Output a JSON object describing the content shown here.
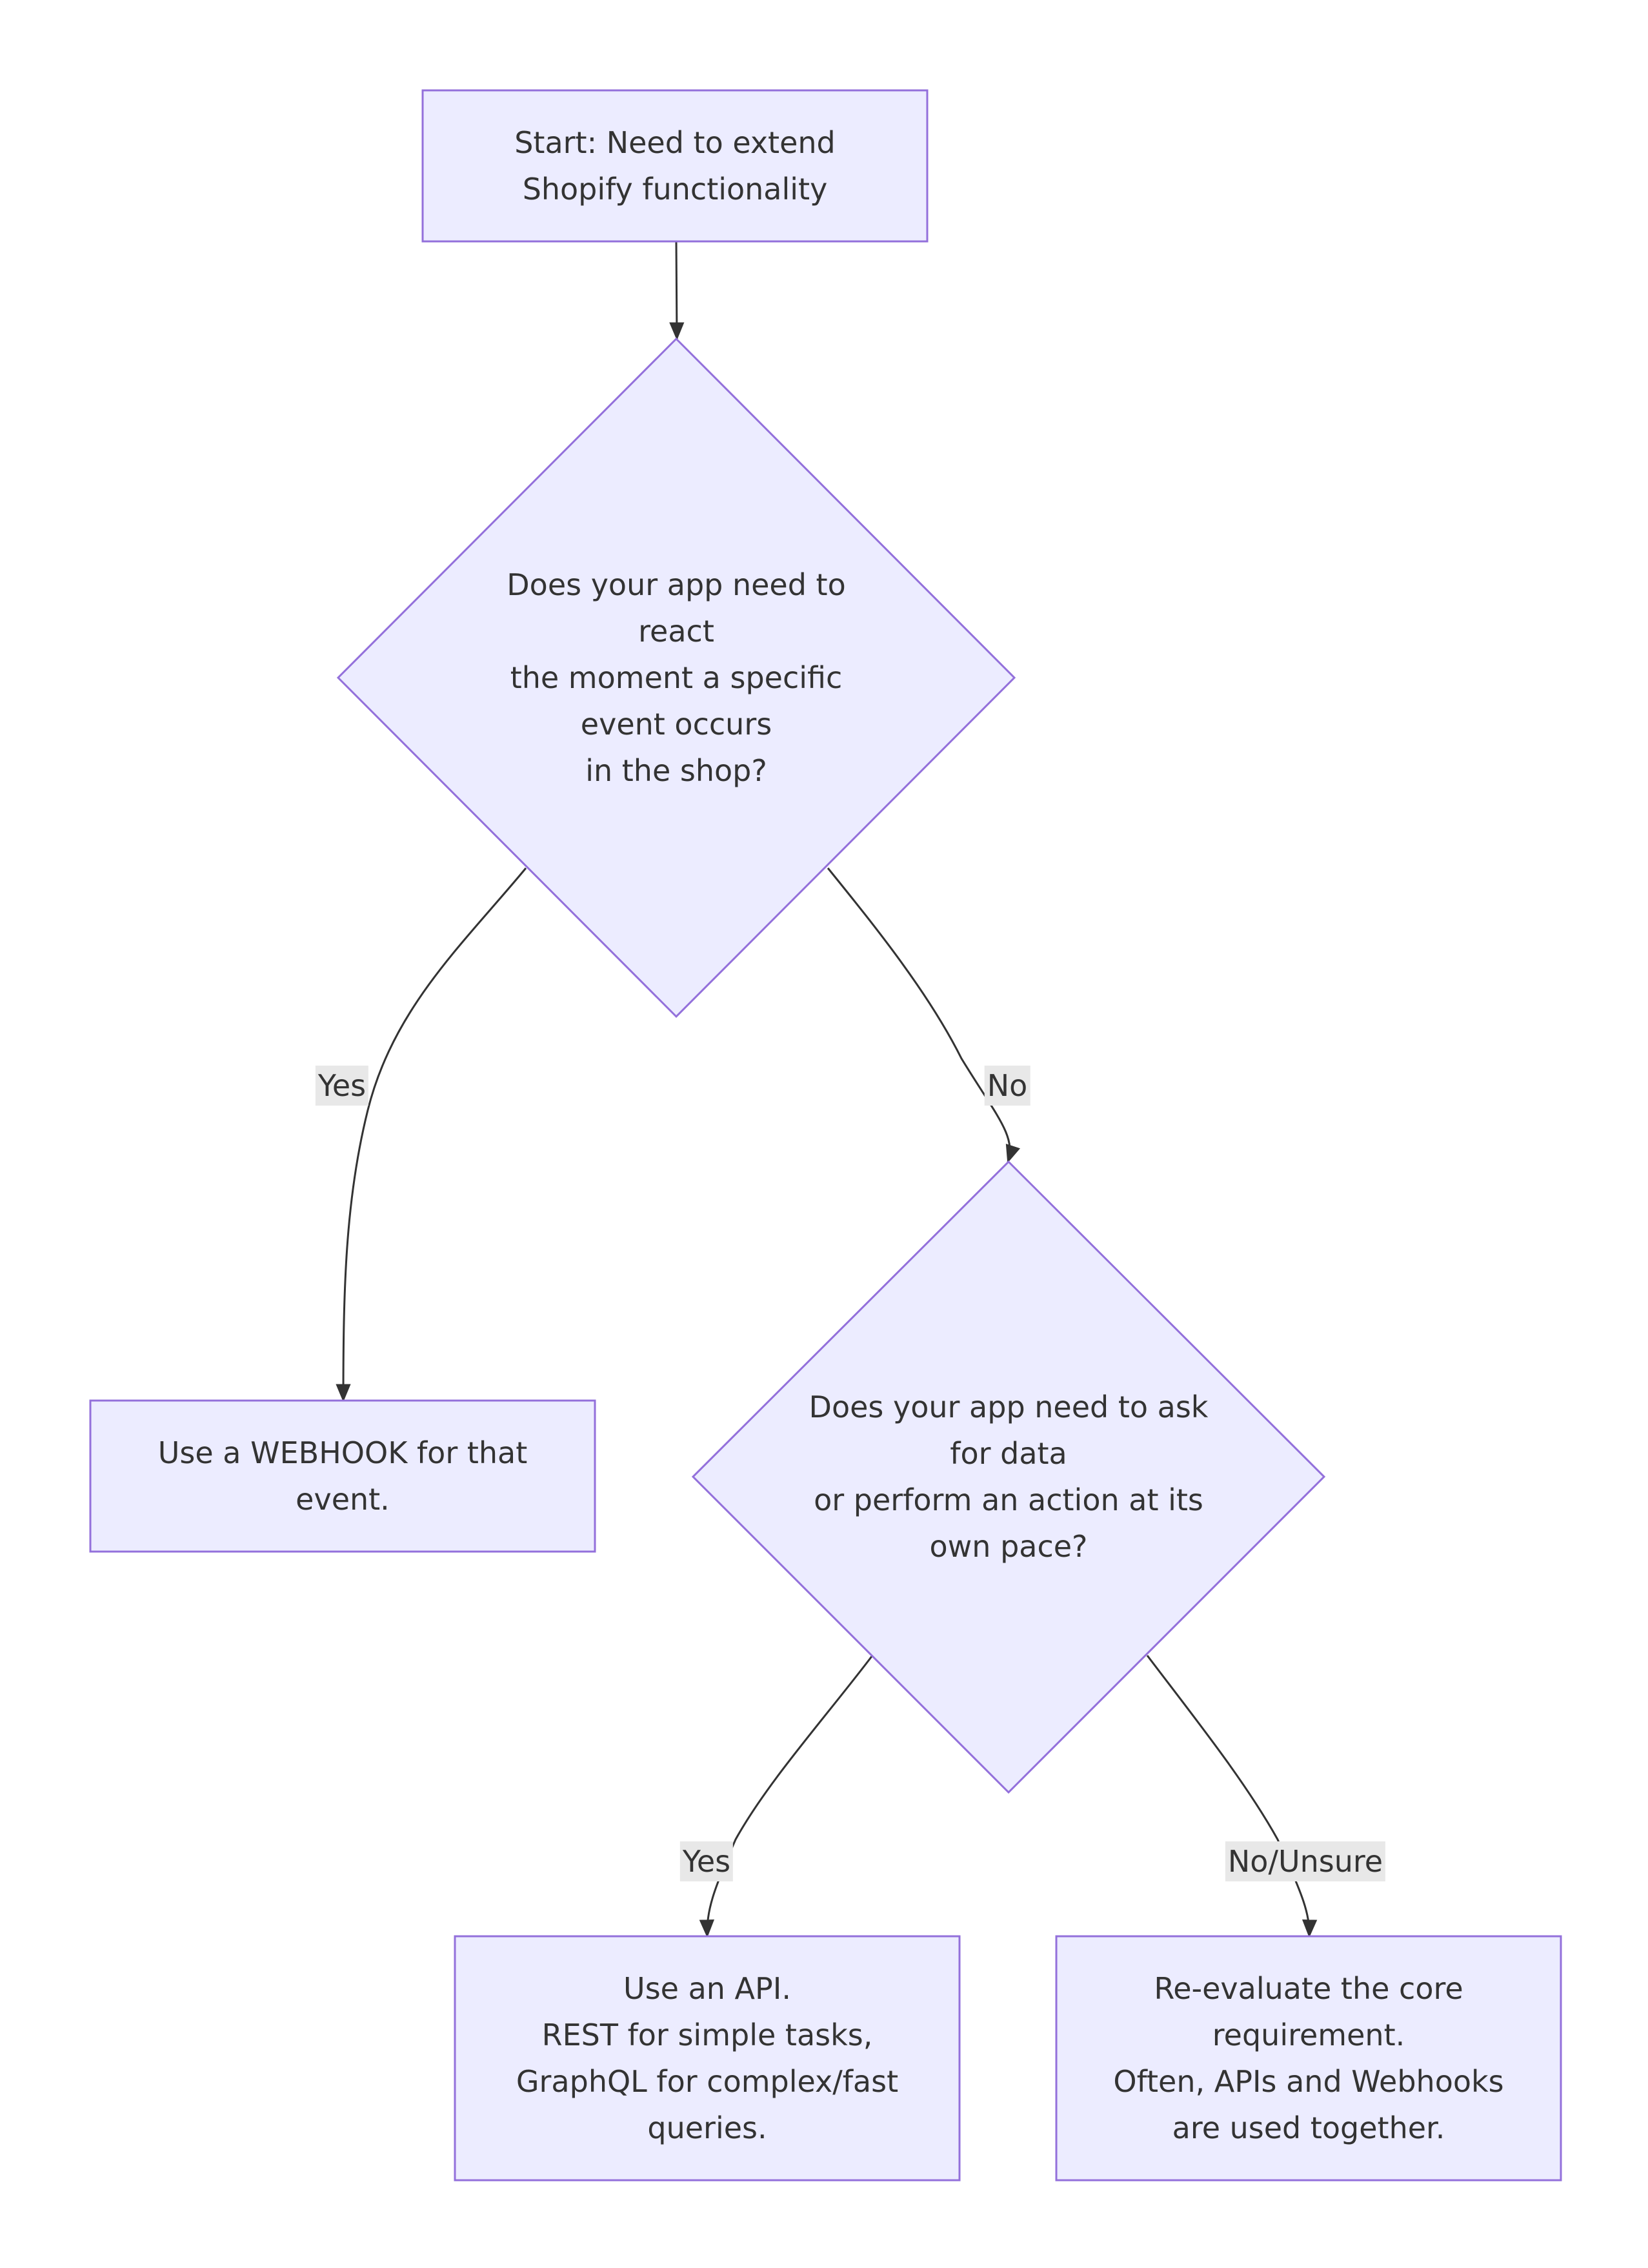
{
  "colors": {
    "node_fill": "#ECECFF",
    "node_stroke": "#9370DB",
    "edge": "#333333",
    "label_bg": "#e8e8e8",
    "text": "#333333"
  },
  "nodes": {
    "start": {
      "lines": [
        "Start: Need to extend",
        "Shopify functionality"
      ]
    },
    "q1": {
      "lines": [
        "Does your app need to",
        "react",
        "the moment a specific",
        "event occurs",
        "in the shop?"
      ]
    },
    "webhook": {
      "lines": [
        "Use a WEBHOOK for that",
        "event."
      ]
    },
    "q2": {
      "lines": [
        "Does your app need to ask",
        "for data",
        "or perform an action at its",
        "own pace?"
      ]
    },
    "api": {
      "lines": [
        "Use an API.",
        "REST for simple tasks,",
        "GraphQL for complex/fast",
        "queries."
      ]
    },
    "reevaluate": {
      "lines": [
        "Re-evaluate the core",
        "requirement.",
        "Often, APIs and Webhooks",
        "are used together."
      ]
    }
  },
  "edges": {
    "q1_yes": "Yes",
    "q1_no": "No",
    "q2_yes": "Yes",
    "q2_no": "No/Unsure"
  }
}
